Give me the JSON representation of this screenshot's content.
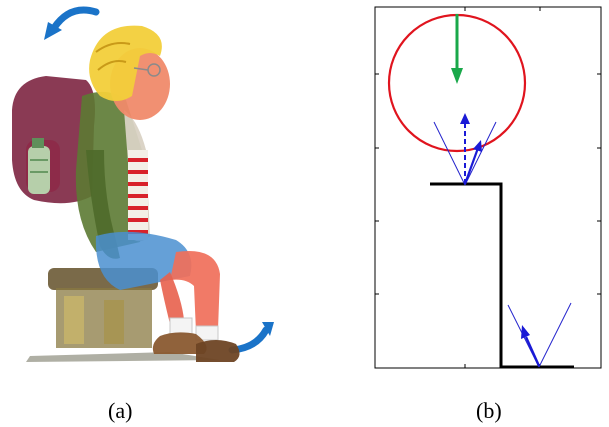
{
  "captions": {
    "a": "(a)",
    "b": "(b)"
  },
  "colors": {
    "rotation_arrow": "#1a73c8",
    "circle": "#e0141e",
    "gravity_arrow": "#1aa84a",
    "step": "#000000",
    "contact_arrow": "#1a1ad6",
    "friction_cone": "#2222cc",
    "frame": "#000000"
  },
  "icons": {
    "panel_a": "seated-child-with-backpack-illustration",
    "rotation_top": "counterclockwise-arrow-icon",
    "rotation_bottom": "counterclockwise-arrow-icon"
  }
}
